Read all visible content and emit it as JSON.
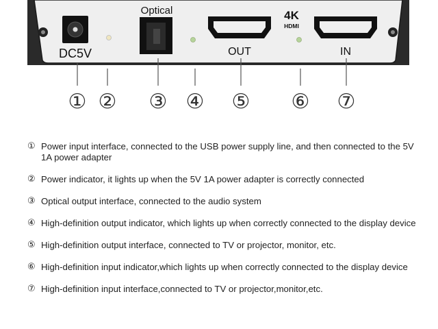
{
  "panel": {
    "dc_label": "DC5V",
    "optical_label": "Optical",
    "out_label": "OUT",
    "in_label": "IN",
    "logo_4k": "4K",
    "logo_hdmi": "HDMI"
  },
  "callouts": [
    "①",
    "②",
    "③",
    "④",
    "⑤",
    "⑥",
    "⑦"
  ],
  "legend": [
    {
      "num": "①",
      "text": "Power input interface, connected to the USB power supply line, and then connected to the 5V 1A power adapter"
    },
    {
      "num": "②",
      "text": "Power indicator, it lights up when the 5V 1A power adapter is correctly connected"
    },
    {
      "num": "③",
      "text": "Optical output interface, connected to the audio system"
    },
    {
      "num": "④",
      "text": "High-definition output indicator, which lights up when correctly connected to the display device"
    },
    {
      "num": "⑤",
      "text": "High-definition output interface, connected to TV or projector, monitor, etc."
    },
    {
      "num": "⑥",
      "text": "High-definition input indicator,which lights up when correctly connected to the display device"
    },
    {
      "num": "⑦",
      "text": "High-definition input interface,connected to TV or projector,monitor,etc."
    }
  ],
  "colors": {
    "panel_face": "#efefef",
    "panel_edge": "#1a1a1a",
    "indicator": "#b6d49b",
    "port_black": "#111111"
  }
}
